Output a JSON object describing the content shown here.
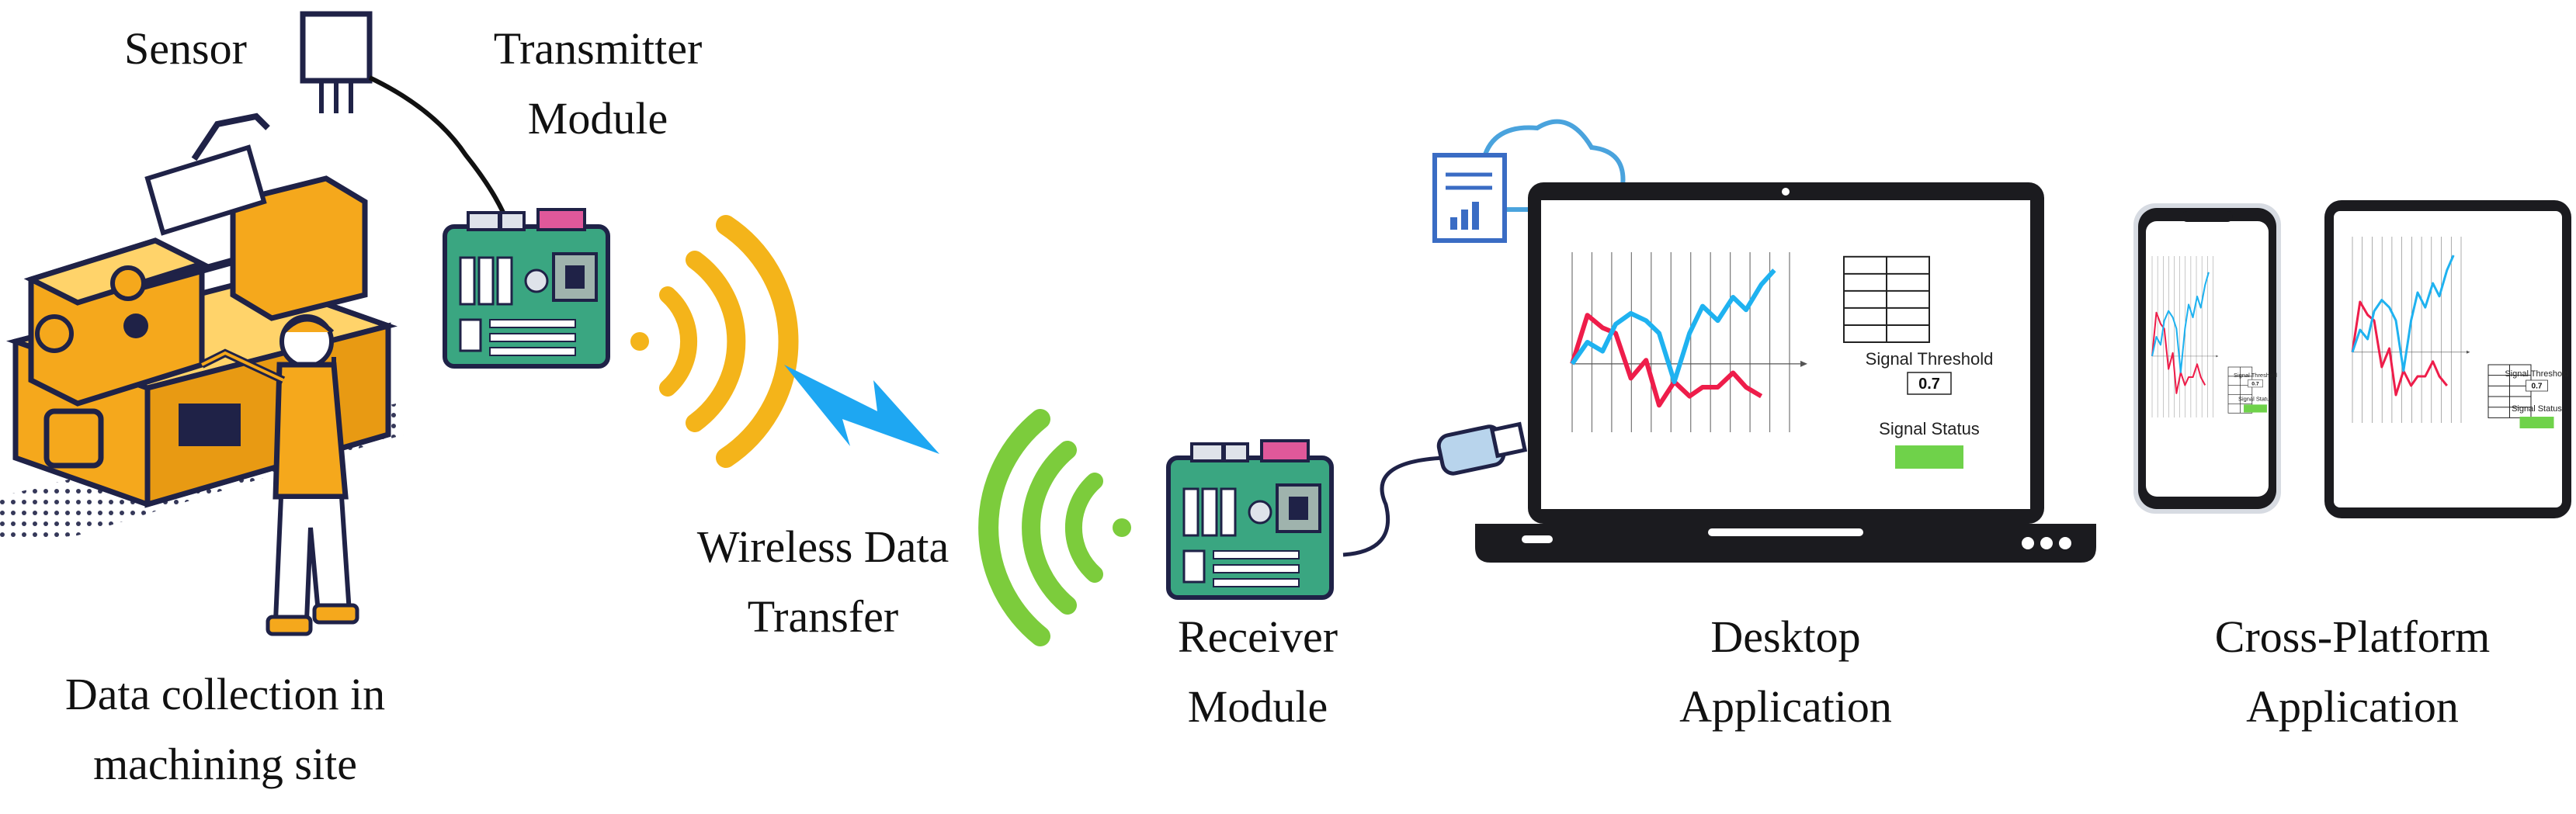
{
  "labels": {
    "sensor": "Sensor",
    "transmitter": [
      "Transmitter",
      "Module"
    ],
    "machining": [
      "Data collection in",
      "machining site"
    ],
    "wireless": [
      "Wireless Data",
      "Transfer"
    ],
    "receiver": [
      "Receiver",
      "Module"
    ],
    "desktop": [
      "Desktop",
      "Application"
    ],
    "crossplatform": [
      "Cross-Platform",
      "Application"
    ]
  },
  "dashboard": {
    "threshold_label": "Signal Threshold",
    "threshold_value": "0.7",
    "status_label": "Signal Status"
  },
  "colors": {
    "machine_yellow": "#f5a81c",
    "outline_navy": "#1f2247",
    "pcb_green": "#3aa681",
    "tx_signal_yellow": "#f4b41a",
    "lightning_blue": "#1ea7f2",
    "rx_signal_green": "#7ccc3c",
    "series_blue": "#1fb2f0",
    "series_red": "#ee1d4a",
    "status_green": "#6fd24a"
  }
}
